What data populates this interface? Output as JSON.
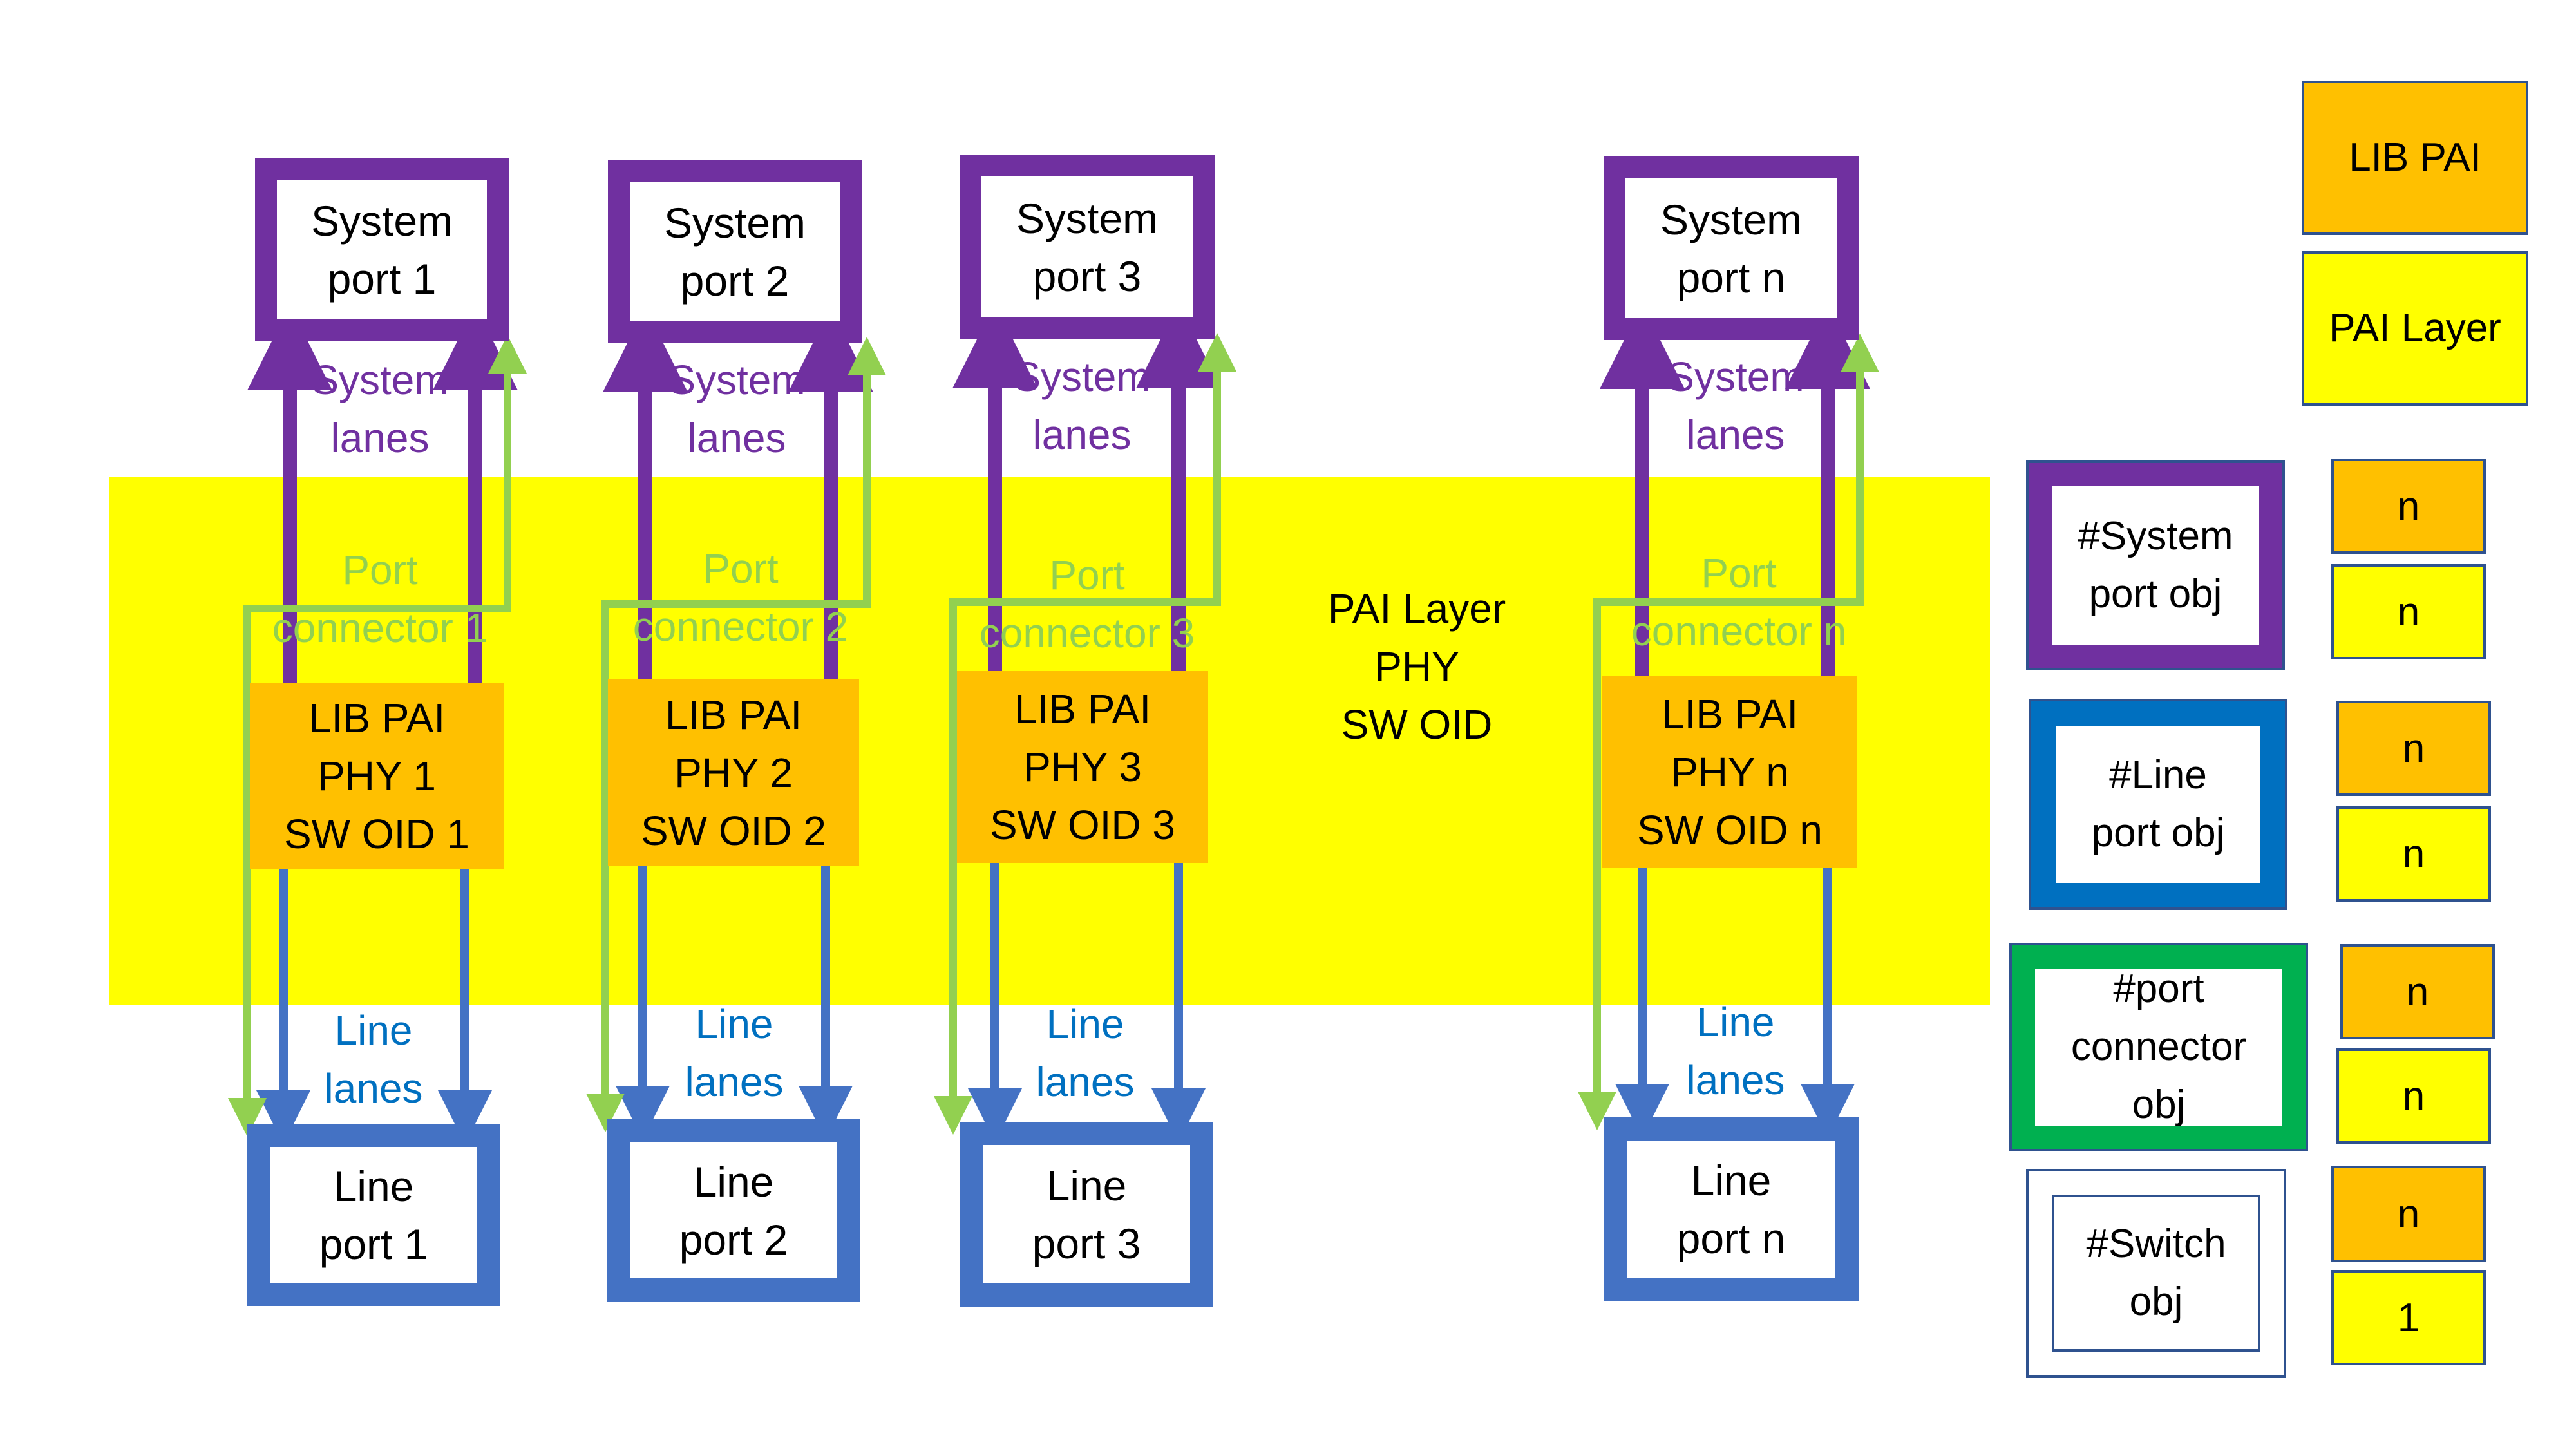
{
  "colors": {
    "pai_layer": "#ffff00",
    "lib_pai": "#ffc000",
    "system_port_border": "#7030a0",
    "line_port_border": "#4472c4",
    "port_connector": "#92d050",
    "system_lanes_text": "#7030a0",
    "line_lanes_text": "#0070c0",
    "switch_border": "#2f528f"
  },
  "center_label": "PAI Layer\nPHY\nSW OID",
  "columns": [
    {
      "system_port": "System\nport 1",
      "system_lanes": "System\nlanes",
      "port_connector": "Port\nconnector 1",
      "lib_pai": "LIB PAI\nPHY 1\nSW OID 1",
      "line_lanes": "Line\nlanes",
      "line_port": "Line\nport 1"
    },
    {
      "system_port": "System\nport 2",
      "system_lanes": "System\nlanes",
      "port_connector": "Port\nconnector 2",
      "lib_pai": "LIB PAI\nPHY 2\nSW OID 2",
      "line_lanes": "Line\nlanes",
      "line_port": "Line\nport 2"
    },
    {
      "system_port": "System\nport 3",
      "system_lanes": "System\nlanes",
      "port_connector": "Port\nconnector 3",
      "lib_pai": "LIB PAI\nPHY 3\nSW OID 3",
      "line_lanes": "Line\nlanes",
      "line_port": "Line\nport 3"
    },
    {
      "system_port": "System\nport n",
      "system_lanes": "System\nlanes",
      "port_connector": "Port\nconnector n",
      "lib_pai": "LIB PAI\nPHY n\nSW OID n",
      "line_lanes": "Line\nlanes",
      "line_port": "Line\nport n"
    }
  ],
  "legend": {
    "lib_pai": "LIB PAI",
    "pai_layer": "PAI Layer",
    "rows": [
      {
        "label": "#System\nport obj",
        "lib_count": "n",
        "pai_count": "n"
      },
      {
        "label": "#Line\nport obj",
        "lib_count": "n",
        "pai_count": "n"
      },
      {
        "label": "#port\nconnector\nobj",
        "lib_count": "n",
        "pai_count": "n"
      },
      {
        "label": "#Switch\nobj",
        "lib_count": "n",
        "pai_count": "1"
      }
    ]
  }
}
